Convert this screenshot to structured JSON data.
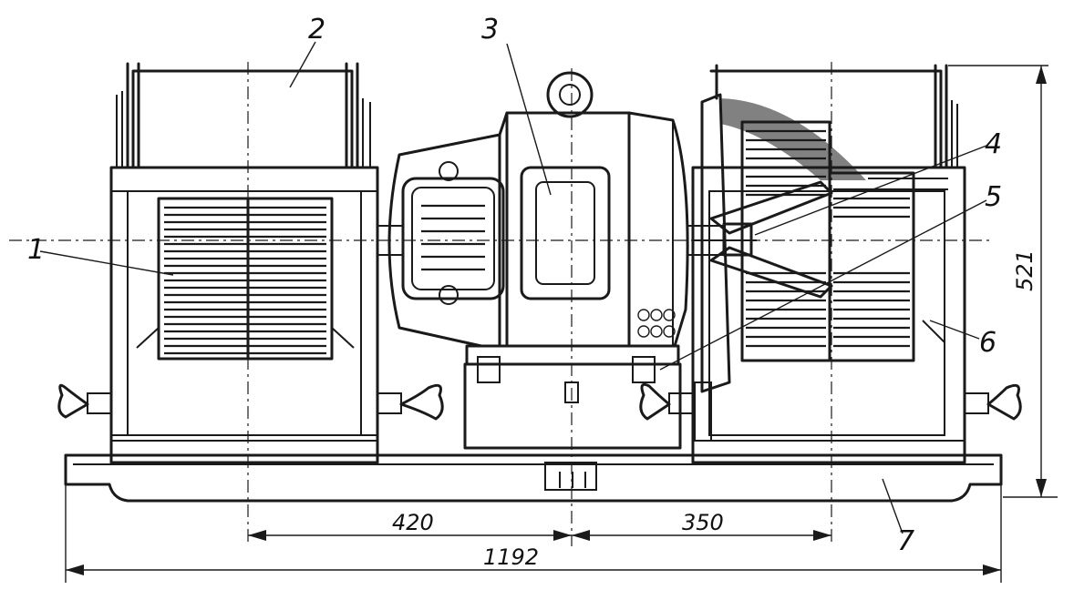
{
  "labels": {
    "l1": "1",
    "l2": "2",
    "l3": "3",
    "l4": "4",
    "l5": "5",
    "l6": "6",
    "l7": "7"
  },
  "dimensions": {
    "d420": "420",
    "d350": "350",
    "d1192": "1192",
    "d521": "521"
  }
}
